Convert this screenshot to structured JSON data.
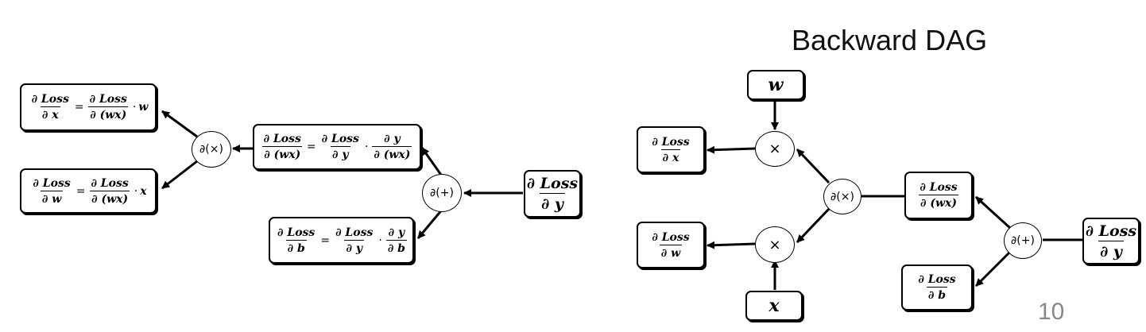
{
  "title": "Backward DAG",
  "page_number": "10",
  "left": {
    "eq_dx": {
      "lhs_num": "∂ Loss",
      "lhs_den": "∂ x",
      "rhs_num": "∂ Loss",
      "rhs_den": "∂ (wx)",
      "mult": "w"
    },
    "eq_dw": {
      "lhs_num": "∂ Loss",
      "lhs_den": "∂ w",
      "rhs_num": "∂ Loss",
      "rhs_den": "∂ (wx)",
      "mult": "x"
    },
    "eq_dwx": {
      "lhs_num": "∂ Loss",
      "lhs_den": "∂ (wx)",
      "a_num": "∂ Loss",
      "a_den": "∂ y",
      "b_num": "∂ y",
      "b_den": "∂ (wx)"
    },
    "eq_db": {
      "lhs_num": "∂ Loss",
      "lhs_den": "∂ b",
      "a_num": "∂ Loss",
      "a_den": "∂ y",
      "b_num": "∂ y",
      "b_den": "∂ b"
    },
    "out": {
      "num": "∂ Loss",
      "den": "∂ y"
    },
    "node_mul": "∂(×)",
    "node_add": "∂(+)"
  },
  "right": {
    "w": "w",
    "x": "x",
    "dx": {
      "num": "∂ Loss",
      "den": "∂ x"
    },
    "dw": {
      "num": "∂ Loss",
      "den": "∂ w"
    },
    "dwx": {
      "num": "∂ Loss",
      "den": "∂ (wx)"
    },
    "db": {
      "num": "∂ Loss",
      "den": "∂ b"
    },
    "out": {
      "num": "∂ Loss",
      "den": "∂ y"
    },
    "mul_top": "×",
    "mul_bot": "×",
    "node_mul": "∂(×)",
    "node_add": "∂(+)"
  }
}
